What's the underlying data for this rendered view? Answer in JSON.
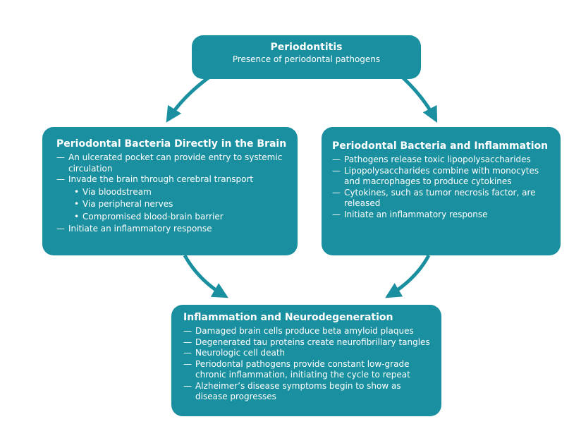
{
  "top": {
    "title": "Periodontitis",
    "subtitle": "Presence of periodontal pathogens"
  },
  "left": {
    "title": "Periodontal Bacteria Directly in the Brain",
    "items": [
      "An ulcerated pocket can provide entry to systemic circulation",
      "Invade the brain through cerebral transport",
      "Via bloodstream",
      "Via peripheral nerves",
      "Compromised blood-brain barrier",
      "Initiate an inflammatory response"
    ]
  },
  "right": {
    "title": "Periodontal Bacteria and Inflammation",
    "items": [
      "Pathogens release toxic lipopolysaccharides",
      "Lipopolysaccharides combine with monocytes and macrophages to produce cytokines",
      "Cytokines, such as tumor necrosis factor, are released",
      "Initiate an inflammatory response"
    ]
  },
  "bottom": {
    "title": "Inflammation and Neurodegeneration",
    "items": [
      "Damaged brain cells produce beta amyloid plaques",
      "Degenerated tau proteins create neurofibrillary tangles",
      "Neurologic cell death",
      "Periodontal pathogens provide constant low-grade chronic inflammation, initiating the cycle to repeat",
      "Alzheimer’s disease symptoms begin to show as disease progresses"
    ]
  },
  "colors": {
    "box": "#1a8fa0",
    "arrow": "#1a8fa0",
    "text": "#ffffff"
  }
}
